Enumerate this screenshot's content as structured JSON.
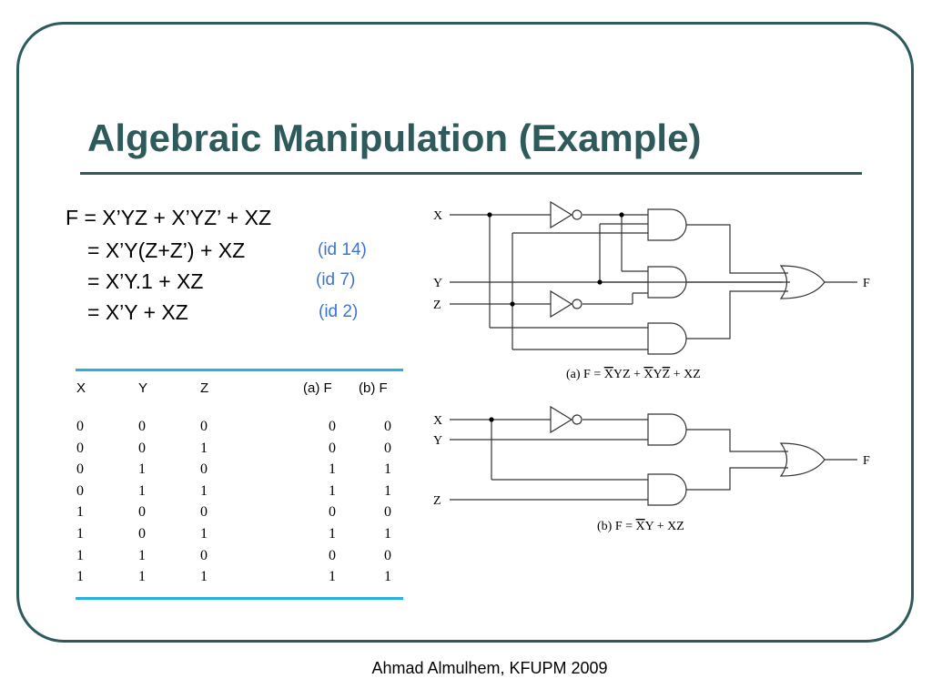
{
  "slide": {
    "title": "Algebraic Manipulation (Example)",
    "footer": "Ahmad Almulhem, KFUPM 2009"
  },
  "derivation": {
    "lines": [
      {
        "expr": "F = X’YZ + X’YZ’ + XZ",
        "id": ""
      },
      {
        "expr": "= X’Y(Z+Z’) + XZ",
        "id": "(id 14)"
      },
      {
        "expr": "= X’Y.1 + XZ",
        "id": "(id 7)"
      },
      {
        "expr": "= X’Y + XZ",
        "id": "(id 2)"
      }
    ]
  },
  "truth_table": {
    "headers": [
      "X",
      "Y",
      "Z",
      "(a) F",
      "(b) F"
    ],
    "rows": [
      [
        "0",
        "0",
        "0",
        "0",
        "0"
      ],
      [
        "0",
        "0",
        "1",
        "0",
        "0"
      ],
      [
        "0",
        "1",
        "0",
        "1",
        "1"
      ],
      [
        "0",
        "1",
        "1",
        "1",
        "1"
      ],
      [
        "1",
        "0",
        "0",
        "0",
        "0"
      ],
      [
        "1",
        "0",
        "1",
        "1",
        "1"
      ],
      [
        "1",
        "1",
        "0",
        "0",
        "0"
      ],
      [
        "1",
        "1",
        "1",
        "1",
        "1"
      ]
    ],
    "rule_color": "#2ab0e0"
  },
  "circuits": {
    "a": {
      "inputs": [
        "X",
        "Y",
        "Z"
      ],
      "output": "F",
      "caption_prefix": "(a)  F = ",
      "caption_terms": [
        {
          "t": "X",
          "bar": true
        },
        {
          "t": "YZ + ",
          "bar": false
        },
        {
          "t": "X",
          "bar": true
        },
        {
          "t": "Y",
          "bar": false
        },
        {
          "t": "Z",
          "bar": true
        },
        {
          "t": " + XZ",
          "bar": false
        }
      ]
    },
    "b": {
      "inputs": [
        "X",
        "Y",
        "Z"
      ],
      "output": "F",
      "caption_prefix": "(b)  F = ",
      "caption_terms": [
        {
          "t": "X",
          "bar": true
        },
        {
          "t": "Y + XZ",
          "bar": false
        }
      ]
    }
  },
  "colors": {
    "title": "#2f5a5b",
    "id_text": "#3b74d6"
  }
}
